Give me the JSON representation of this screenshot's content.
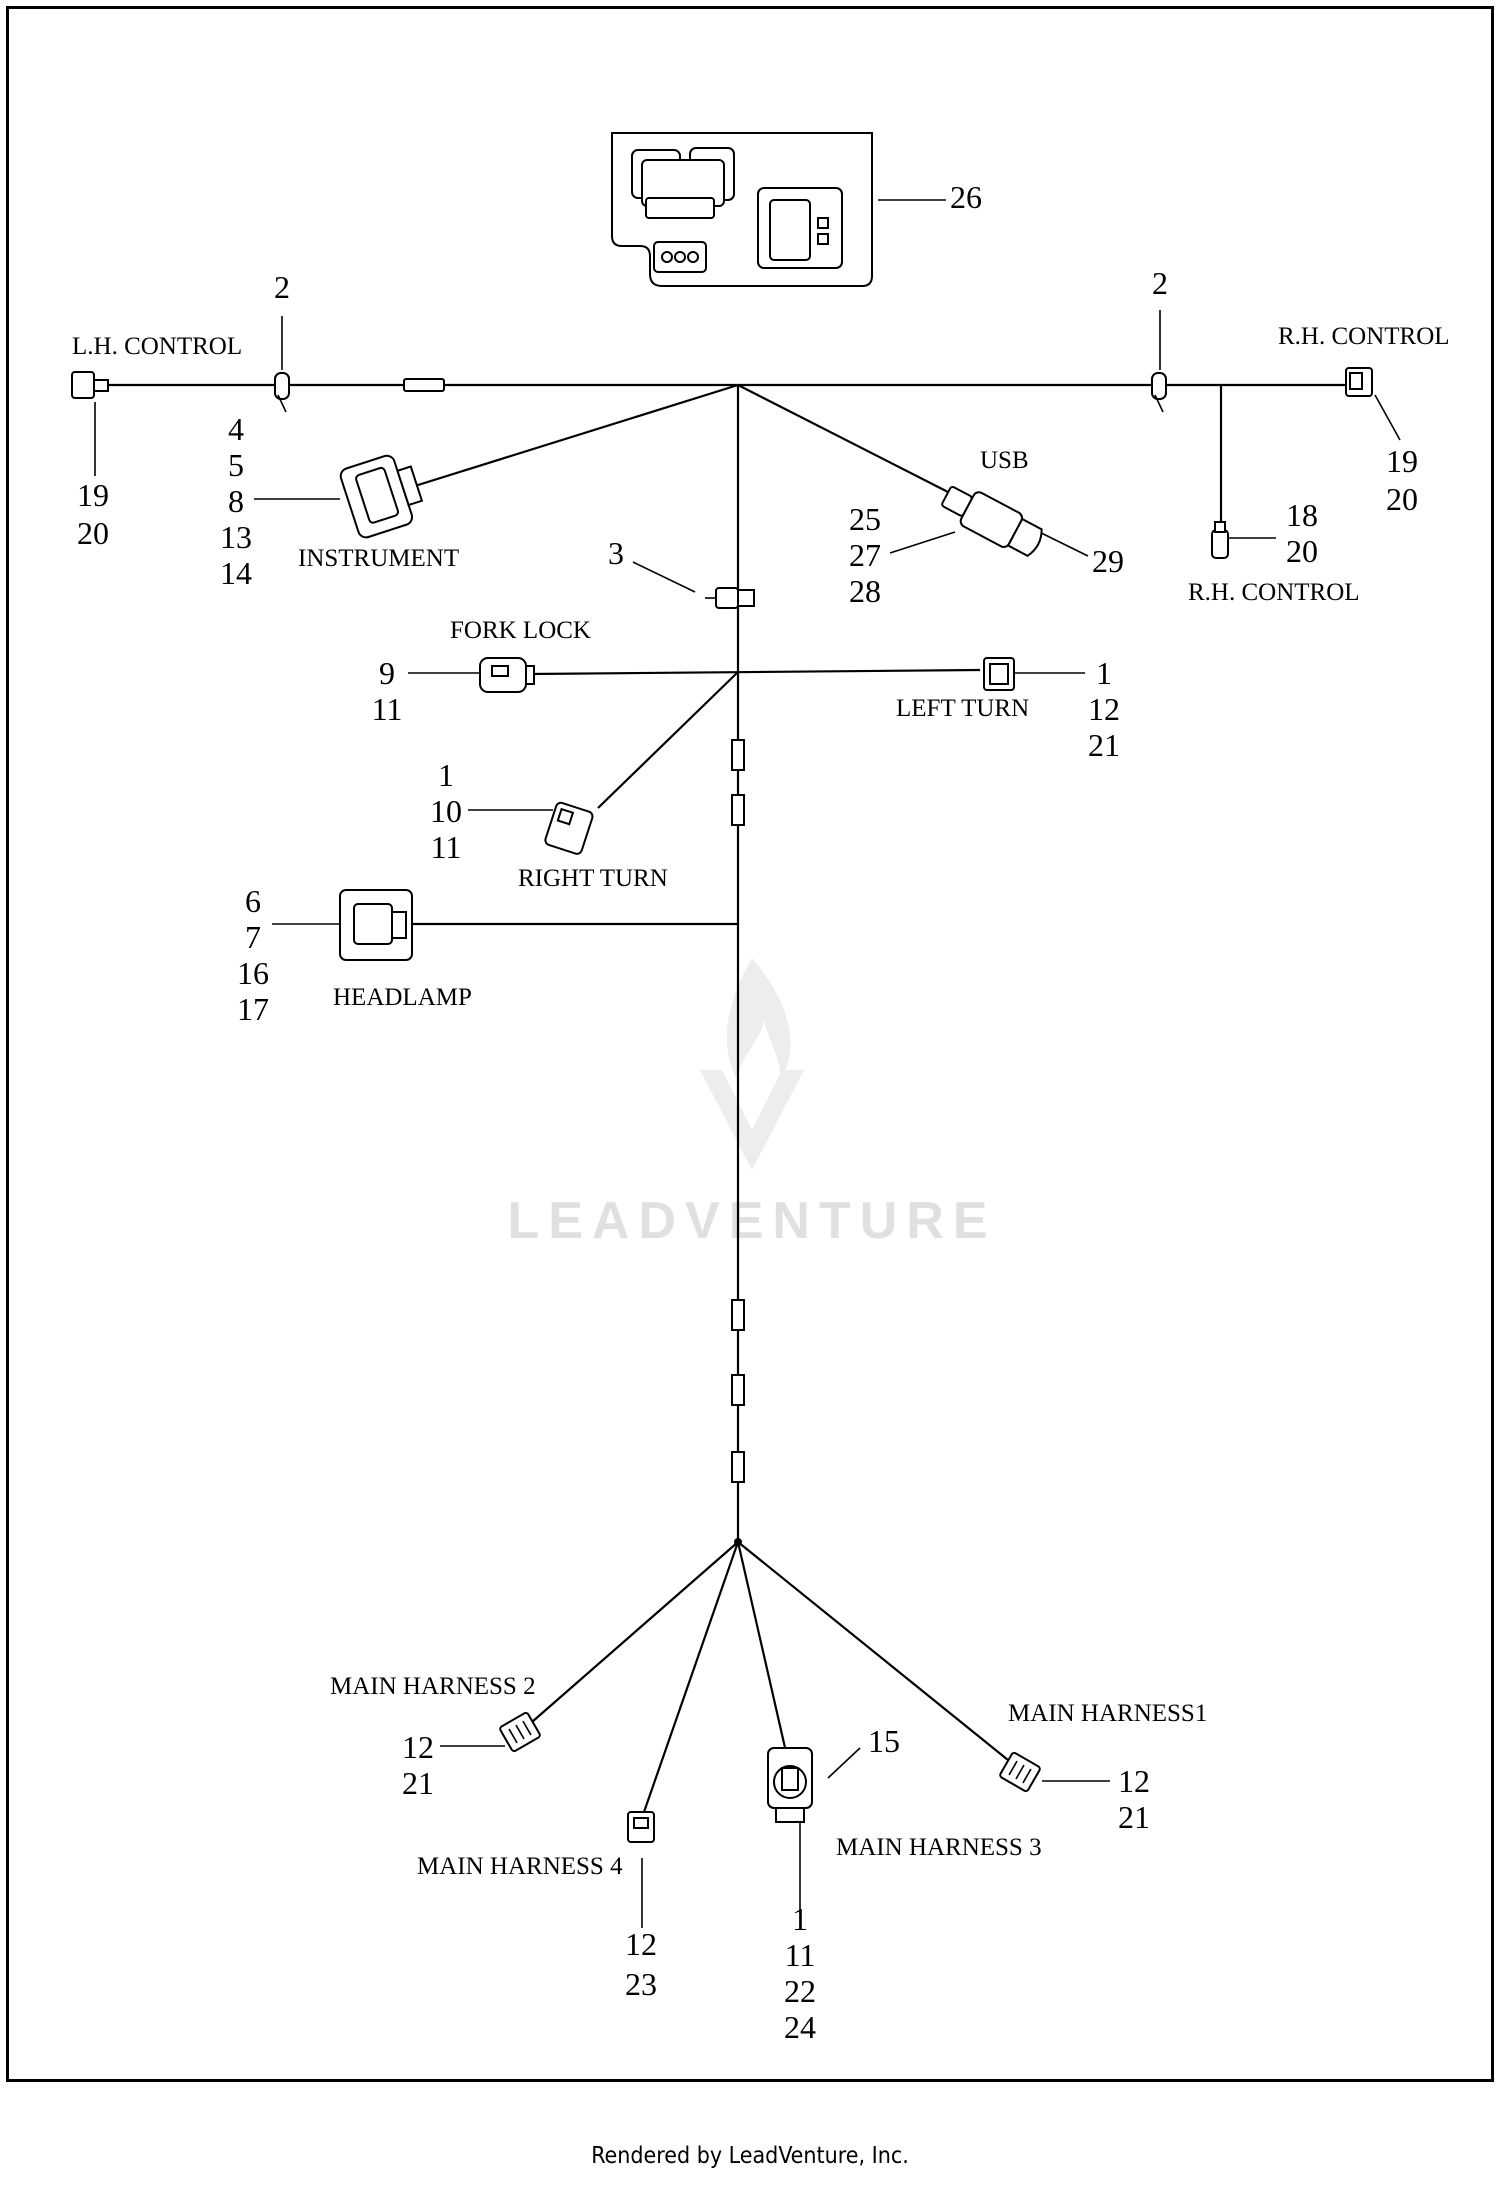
{
  "watermark": "LEADVENTURE",
  "footer": "Rendered by LeadVenture, Inc.",
  "labels": {
    "lh_control": "L.H. CONTROL",
    "rh_control_top": "R.H. CONTROL",
    "rh_control_mid": "R.H. CONTROL",
    "instrument": "INSTRUMENT",
    "usb": "USB",
    "fork_lock": "FORK LOCK",
    "left_turn": "LEFT TURN",
    "right_turn": "RIGHT TURN",
    "headlamp": "HEADLAMP",
    "main_harness_2": "MAIN HARNESS 2",
    "main_harness_1": "MAIN HARNESS1",
    "main_harness_3": "MAIN HARNESS 3",
    "main_harness_4": "MAIN HARNESS 4"
  },
  "callouts": {
    "c26": [
      "26"
    ],
    "c2_left": [
      "2"
    ],
    "c2_right": [
      "2"
    ],
    "lh_control_parts": [
      "19",
      "20"
    ],
    "rh_control_top_parts": [
      "19",
      "20"
    ],
    "instrument_parts": [
      "4",
      "5",
      "8",
      "13",
      "14"
    ],
    "c3": [
      "3"
    ],
    "usb_parts": [
      "25",
      "27",
      "28"
    ],
    "usb_cap": [
      "29"
    ],
    "rh_control_mid_parts": [
      "18",
      "20"
    ],
    "fork_lock_parts": [
      "9",
      "11"
    ],
    "left_turn_parts": [
      "1",
      "12",
      "21"
    ],
    "right_turn_parts": [
      "1",
      "10",
      "11"
    ],
    "headlamp_parts": [
      "6",
      "7",
      "16",
      "17"
    ],
    "main_harness_2_parts": [
      "12",
      "21"
    ],
    "c15": [
      "15"
    ],
    "main_harness_1_parts": [
      "12",
      "21"
    ],
    "main_harness_4_parts": [
      "12",
      "23"
    ],
    "main_harness_3_parts": [
      "1",
      "11",
      "22",
      "24"
    ]
  }
}
